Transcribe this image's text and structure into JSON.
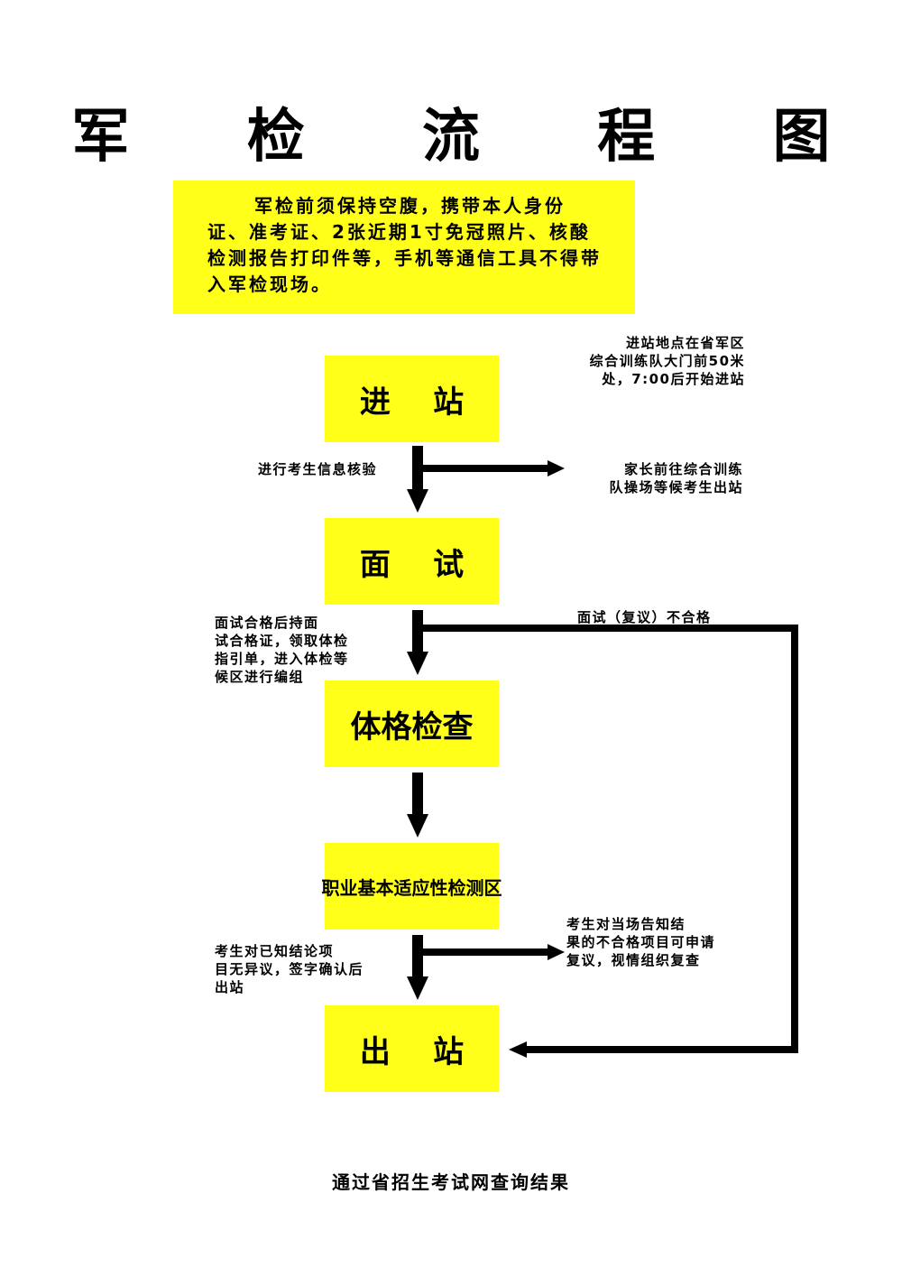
{
  "title": "军 检 流 程 图",
  "notice": "军检前须保持空腹，携带本人身份证、准考证、2张近期1寸免冠照片、核酸检测报告打印件等，手机等通信工具不得带入军检现场。",
  "steps": {
    "enter": "进    站",
    "interview": "面    试",
    "physical": "体格检查",
    "aptitude": "职业基本适应性检测区",
    "exit": "出    站"
  },
  "notes": {
    "entry_location": "进站地点在省军区\n综合训练队大门前50米\n处，7:00后开始进站",
    "info_check": "进行考生信息核验",
    "parents_wait": "家长前往综合训练\n队操场等候考生出站",
    "interview_pass": "面试合格后持面\n试合格证，领取体检\n指引单，进入体检等\n候区进行编组",
    "interview_fail": "面试（复议）不合格",
    "no_objection": "考生对已知结论项\n目无异议，签字确认后\n出站",
    "review": "考生对当场告知结\n果的不合格项目可申请\n复议，视情组织复查"
  },
  "footer": "通过省招生考试网查询结果",
  "colors": {
    "box": "#ffff19",
    "arrow": "#000000"
  }
}
